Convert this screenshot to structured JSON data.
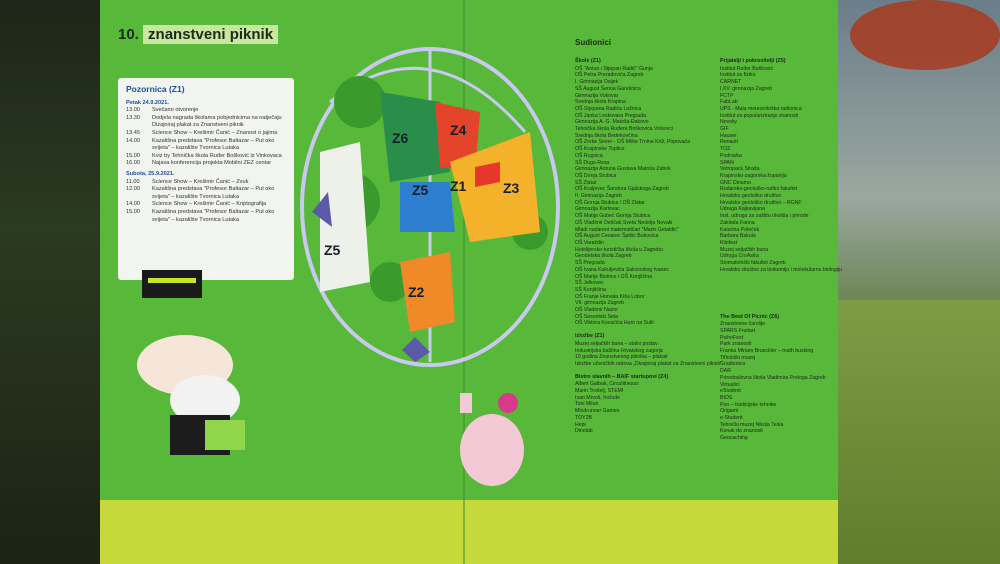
{
  "logo": {
    "number": "10.",
    "name": "znanstveni piknik"
  },
  "schedule": {
    "title": "Pozornica (Z1)",
    "days": [
      {
        "label": "Petak 24.9.2021.",
        "events": [
          {
            "time": "13.00",
            "text": "Svečano otvorenje"
          },
          {
            "time": "13.30",
            "text": "Dodjela nagrada školama pobjednicima na natječaju Dizajniraj plakat za Znanstveni piknik"
          },
          {
            "time": "13.45",
            "text": "Science Show – Krešimir Čanić – Znanost o jajima"
          },
          {
            "time": "14.00",
            "text": "Kazališna predstava \"Profesor Baltazar – Put oko svijeta\" – kazalište Tvornica Lutaka"
          },
          {
            "time": "15.00",
            "text": "Kviz by Tehnička škola Ruđer Bošković iz Vinkovaca"
          },
          {
            "time": "16.00",
            "text": "Najava konferencija projekta Mobilni ZEZ centar"
          }
        ]
      },
      {
        "label": "Subota, 25.9.2021.",
        "events": [
          {
            "time": "11.00",
            "text": "Science Show – Krešimir Čanić – Zvuk"
          },
          {
            "time": "12.00",
            "text": "Kazališna predstava \"Profesor Baltazar – Put oko svijeta\" – kazalište Tvornica Lutaka"
          },
          {
            "time": "14.00",
            "text": "Science Show – Krešimir Čanić – Kriptografija"
          },
          {
            "time": "15.00",
            "text": "Kazališna predstava \"Profesor Baltazar – Put oko svijeta\" – kazalište Tvornica Lutaka"
          }
        ]
      }
    ]
  },
  "zones": [
    "Z6",
    "Z4",
    "Z5",
    "Z1",
    "Z3",
    "Z5",
    "Z2"
  ],
  "participants": {
    "title": "Sudionici",
    "schools_title": "Škole (Z1)",
    "schools": [
      "OŠ \"Antun i Stjepan Radić\" Gunja",
      "OŠ Petra Preradovića Zagreb",
      "I. Gimnazija Osijek",
      "SŠ August Šenoa Garešnica",
      "Gimnazija Vukovar",
      "Srednja škola Krapina",
      "OŠ Stjepana Radića Ložnica",
      "OŠ Janka Leskovara Pregrada",
      "Gimnazija A. G. Matoša Đakovo",
      "Tehnička škola Ruđera Boškovića Vinkovci",
      "Srednja škola Bedekovčina",
      "OŠ Zorke Sever - OŠ Milke Trnine Križ, Popovača",
      "OŠ Krapinske Toplice",
      "OŠ Rugvica",
      "SŠ Duga Resa",
      "Gimnazija Antuna Gustava Matoša Zabok",
      "OŠ Donja Stubica",
      "SŠ Zlatar",
      "OŠ Kraljevec Šandora Gjalskoga Zagreb",
      "II. Gimnazija Zagreb",
      "OŠ Gornja Stubica / OŠ Zlatar",
      "Gimnazija Karlovac",
      "OŠ Matija Gubec Gornja Stubica",
      "OŠ Vladimir Deščak Sveta Nedelja Novaki",
      "Mladi nadareni matematičari \"Marin Getaldić\"",
      "OŠ August Cesarec Špišić Bukovica",
      "OŠ Varaždin",
      "Hotelijersko-turistička škola u Zagrebu",
      "Geodetska škola Zagreb",
      "SŠ Pregrada",
      "OŠ Ivana Kukuljevića Sakcinskog Ivanec",
      "OŠ Marije Bistrice i OŠ Konjščina",
      "SŠ Jelkovec",
      "SŠ Konjščina",
      "OŠ Franje Horvata Kiša Lobor",
      "VII. gimnazija Zagreb",
      "OŠ Vladimir Nazor",
      "OŠ Sesvetski Sela",
      "OŠ Viktora Kovačića Hum na Sutli"
    ],
    "exhibits_title": "Izložbe (Z1)",
    "exhibits": [
      "Muzej seljačkih buna – stalni postav",
      "Industrijska baština Hrvatskog zagorja",
      "10 godina Znanstvenog piknika – plakati",
      "Izložbe učeničkih radova „Dizajniraj plakat za Znanstveni piknik\""
    ],
    "startups_title": "Bistro slavnih – BAIF startupovi (Z4)",
    "startups": [
      "Albert Galbak, Circulitnesss",
      "Marin Trošelj, STEMI",
      "Ivan Mrvoš, Include",
      "Toni Milun",
      "Mindrunner Games",
      "TOY2B",
      "Hepi",
      "Dinolab"
    ],
    "friends_title": "Prijatelji i pokrovitelji (Z5)",
    "friends": [
      "Institut Ruđer Bošković",
      "Institut za fiziku",
      "CARNET",
      "I.XV. gimnazija Zagreb",
      "FCTP",
      "FabLab",
      "UPS - Mala meteorološka radionica",
      "Institut za populariziranje znanosti",
      "Novsky",
      "GIF",
      "Hauser",
      "Renault",
      "TOZ",
      "Podravka",
      "SPAN",
      "Vetropack Straža",
      "Krapinsko-zagorska županija",
      "GNC Dinamo",
      "Rudarsko-geološko-naftni fakultet",
      "Hrvatsko geološko društvo",
      "Hrvatsko geološko društvo – RGNF",
      "Udruga Kajkavijana",
      "Inst. udruga za zaštitu okoliša i prirode",
      "Zaklada Fanna",
      "Katarina Poleček",
      "Barbara Bakula",
      "Kilofest",
      "Muzej seljačkih buna",
      "Udruga CroAstra",
      "Stomatološki fakultet Zagreb",
      "Hrvatsko društvo za biokemiju i molekularnu biologiju"
    ],
    "best_title": "The Best Of Picnic (Z6)",
    "best": [
      "Znanstvene čarolije",
      "SPARS Fruitart",
      "PsihoFest",
      "Park znanosti",
      "Franka Miriam Brueckler – math busking",
      "Tiflološki muzej",
      "Gradionica",
      "DAR",
      "Prirodoslovna škola Vladimira Preloga Zagreb",
      "Virtualici",
      "eStudent",
      "BIOS",
      "Pen – tradicijske tehnike",
      "Origami",
      "e-Student",
      "Tehnički muzej Nikola Tesla",
      "Konak do znanosti",
      "Geocaching"
    ]
  }
}
